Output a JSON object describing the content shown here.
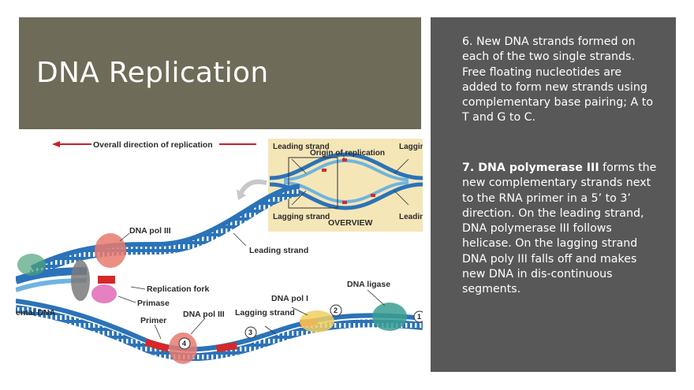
{
  "slide": {
    "title": "DNA Replication",
    "paragraph1": "6. New DNA strands formed on each of the two single strands. Free floating nucleotides are added to form new strands using complementary base pairing; A to T and G to C.",
    "paragraph2_bold": "7. DNA polymerase III",
    "paragraph2_rest": " forms the new complementary strands next to the RNA primer in a 5’ to 3’ direction. On the leading strand, DNA polymerase III follows helicase. On the lagging strand DNA poly III falls off and makes new DNA in dis-continuous segments."
  },
  "diagram": {
    "overall_direction": "Overall direction of replication",
    "overview": {
      "leading_strand_top": "Leading strand",
      "origin": "Origin of replication",
      "lagging_strand_top": "Lagging strand",
      "lagging_strand_bottom": "Lagging strand",
      "leading_strand_bottom": "Leading strand",
      "overview_label": "OVERVIEW"
    },
    "labels": {
      "dna_pol_iii_top": "DNA pol III",
      "leading_strand": "Leading strand",
      "replication_fork": "Replication fork",
      "primase": "Primase",
      "parental_dna": "ental DNA",
      "primer": "Primer",
      "dna_pol_iii_bottom": "DNA pol III",
      "lagging_strand": "Lagging strand",
      "dna_pol_i": "DNA pol I",
      "dna_ligase": "DNA ligase"
    },
    "step_numbers": [
      "4",
      "3",
      "2",
      "1"
    ],
    "colors": {
      "strand_blue": "#2b73b8",
      "strand_light": "#6fb4de",
      "new_white": "#ffffff",
      "primer_red": "#d62828",
      "polymerase_pink": "#e87a6e",
      "primase_pink": "#e060b0",
      "ligase_teal": "#3a9e92",
      "pol_i_yellow": "#f0d060",
      "arrow_red": "#c8202a",
      "overview_bg": "#f5e6b8"
    }
  }
}
